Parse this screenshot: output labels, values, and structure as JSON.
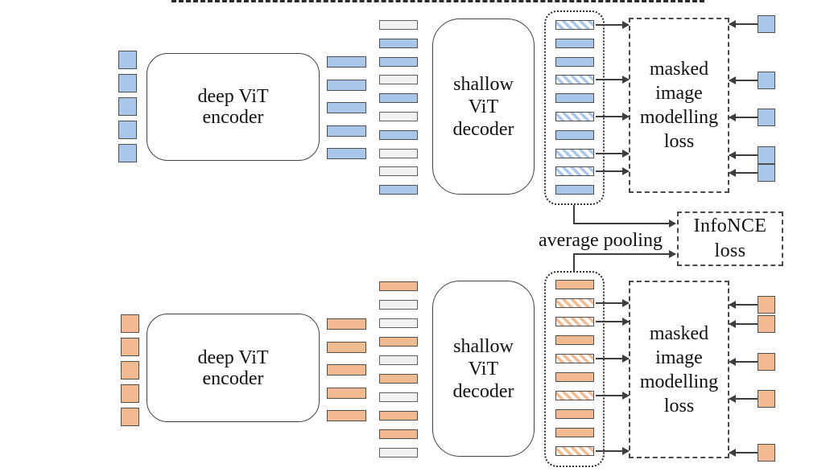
{
  "colors": {
    "blue": "#a9c7e8",
    "orange": "#f1ba90",
    "gray": "#f1f1f1",
    "line": "#3d3d3d",
    "token_border": "#4f4f4f"
  },
  "labels": {
    "encoder": [
      "deep ViT",
      "encoder"
    ],
    "decoder": [
      "shallow",
      "ViT",
      "decoder"
    ],
    "mim_loss": [
      "masked",
      "image",
      "modelling",
      "loss"
    ],
    "infonce_loss": [
      "InfoNCE",
      "loss"
    ],
    "average_pooling": "average pooling"
  },
  "top_branch": {
    "input_tokens": [
      "blue",
      "blue",
      "blue",
      "blue",
      "blue"
    ],
    "encoder_output_tokens": [
      "blue",
      "blue",
      "blue",
      "blue",
      "blue"
    ],
    "decoder_input_tokens": [
      "gray",
      "blue",
      "blue",
      "gray",
      "blue",
      "gray",
      "blue",
      "gray",
      "gray",
      "blue"
    ],
    "decoder_output_tokens": [
      "hatched-blue",
      "blue",
      "blue",
      "hatched-blue",
      "blue",
      "hatched-blue",
      "blue",
      "hatched-blue",
      "hatched-blue",
      "blue"
    ],
    "target_tokens": [
      "blue",
      "blue",
      "blue",
      "blue",
      "blue"
    ]
  },
  "bottom_branch": {
    "input_tokens": [
      "orange",
      "orange",
      "orange",
      "orange",
      "orange"
    ],
    "encoder_output_tokens": [
      "orange",
      "orange",
      "orange",
      "orange",
      "orange"
    ],
    "decoder_input_tokens": [
      "orange",
      "gray",
      "gray",
      "orange",
      "gray",
      "orange",
      "gray",
      "orange",
      "orange",
      "gray"
    ],
    "decoder_output_tokens": [
      "orange",
      "hatched-orange",
      "hatched-orange",
      "orange",
      "hatched-orange",
      "orange",
      "hatched-orange",
      "orange",
      "orange",
      "hatched-orange"
    ],
    "target_tokens": [
      "orange",
      "orange",
      "orange",
      "orange",
      "orange"
    ]
  }
}
